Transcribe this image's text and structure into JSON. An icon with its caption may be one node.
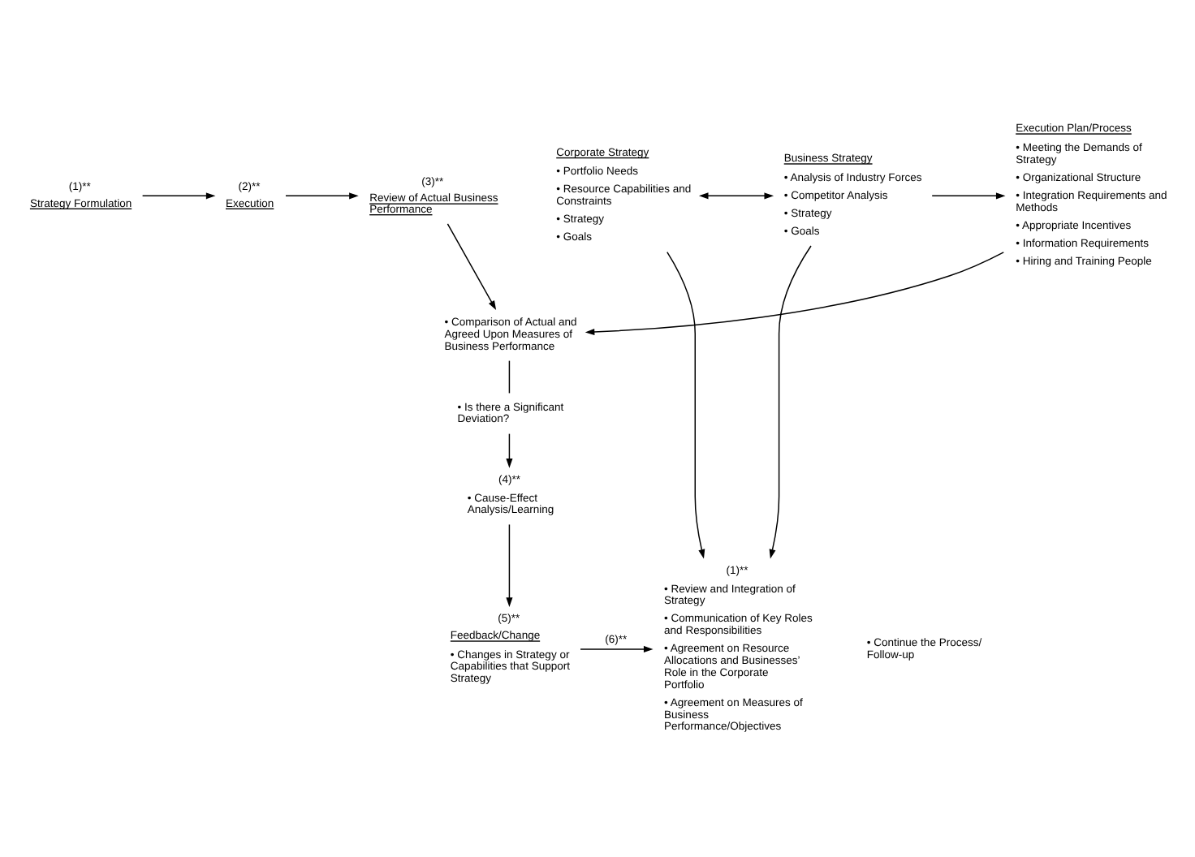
{
  "diagram": {
    "nodes": [
      {
        "text": [
          "Strategy Formulation"
        ],
        "beside": [
          "(1)**"
        ]
      },
      {
        "text": [
          "Execution"
        ],
        "beside": [
          "(2)**"
        ]
      },
      {
        "text": [
          "Review of Actual Business Performance"
        ],
        "beside": [
          "(3)**"
        ]
      },
      {
        "text": [
          "Corporate Strategy",
          "• Portfolio Needs",
          "• Resource Capabilities and Constraints",
          "• Strategy",
          "• Goals"
        ]
      },
      {
        "text": [
          "Business Strategy",
          "• Analysis of Industry Forces",
          "• Competitor Analysis",
          "• Strategy",
          "• Goals"
        ]
      },
      {
        "text": [
          "Execution Plan/Process",
          "• Meeting the Demands of Strategy",
          "• Organizational Structure",
          "• Integration Requirements and Methods",
          "• Appropriate Incentives",
          "• Information Requirements",
          "• Hiring and Training People"
        ]
      },
      {
        "text": [
          "• Comparison of Actual and Agreed Upon Measures of Business Performance"
        ]
      },
      {
        "text": [
          "• Is there a Significant Deviation?"
        ]
      },
      {
        "text": [
          "• Cause-Effect Analysis/Learning"
        ],
        "beside": [
          "(4)**"
        ]
      },
      {
        "text": [
          "Feedback/Change",
          "• Changes in Strategy or Capabilities that Support Strategy"
        ],
        "beside": [
          "(5)**"
        ]
      },
      {
        "text": [
          "• Review and Integration of Strategy",
          "• Communication of Key Roles and Responsibilities",
          "• Agreement on Resource Allocations and Businesses’ Role in the Corporate Portfolio",
          "• Agreement on Measures of Business Performance/Objectives"
        ],
        "beside": [
          "(1)**"
        ]
      }
    ],
    "edges": [
      {
        "from": 0,
        "to": 1,
        "arrow": "to"
      },
      {
        "from": 1,
        "to": 2,
        "arrow": "to"
      },
      {
        "from": 3,
        "to": 4,
        "arrow": "both"
      },
      {
        "from": 4,
        "to": 5,
        "arrow": "to"
      },
      {
        "from": 5,
        "to": 6,
        "arrow": "to"
      },
      {
        "from": 2,
        "to": 6,
        "arrow": "to"
      },
      {
        "from": 6,
        "to": 7,
        "arrow": "none"
      },
      {
        "from": 7,
        "to": 8,
        "arrow": "to"
      },
      {
        "from": 8,
        "to": 9,
        "arrow": "to"
      },
      {
        "from": 9,
        "to": 10,
        "arrow": "to",
        "label": "(6)**"
      },
      {
        "from": 3,
        "to": 10,
        "arrow": "to"
      },
      {
        "from": 4,
        "to": 10,
        "arrow": "to"
      }
    ],
    "labels": [
      "• Continue the Process/ Follow-up"
    ]
  }
}
